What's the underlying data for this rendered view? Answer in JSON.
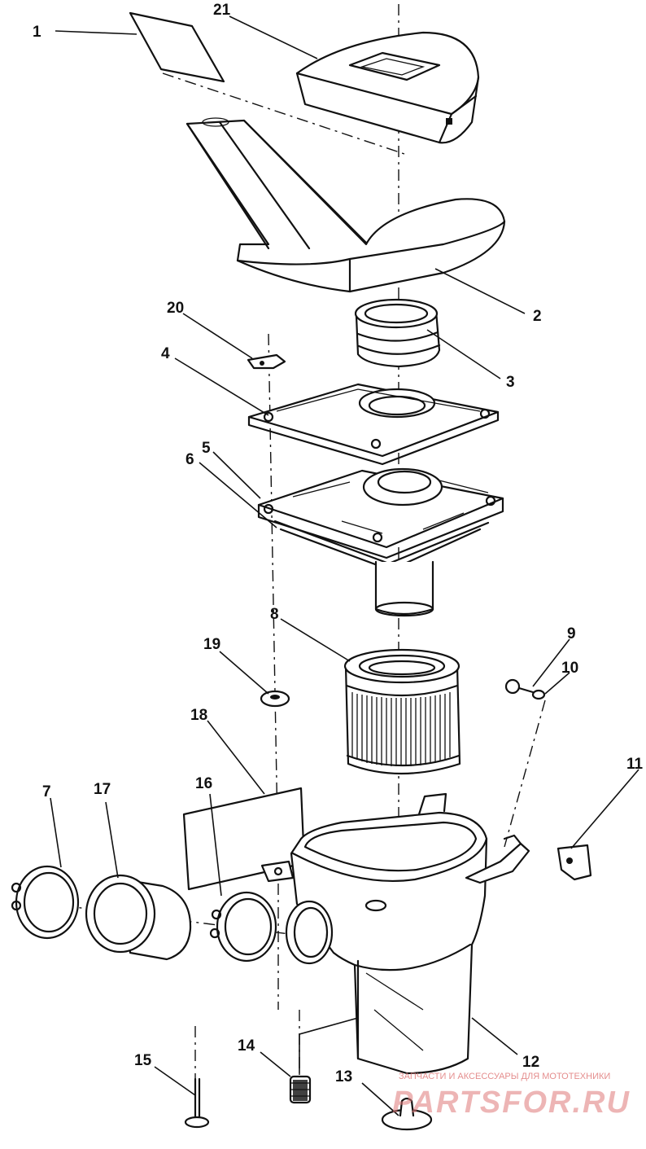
{
  "diagram": {
    "callouts": [
      "1",
      "2",
      "3",
      "4",
      "5",
      "6",
      "7",
      "8",
      "9",
      "10",
      "11",
      "12",
      "13",
      "14",
      "15",
      "16",
      "17",
      "18",
      "19",
      "20",
      "21"
    ]
  },
  "watermark": {
    "tagline": "ЗАПЧАСТИ И АКСЕССУАРЫ ДЛЯ МОТОТЕХНИКИ",
    "brand": "PARTSFOR.RU",
    "color": "#e07a7a"
  }
}
